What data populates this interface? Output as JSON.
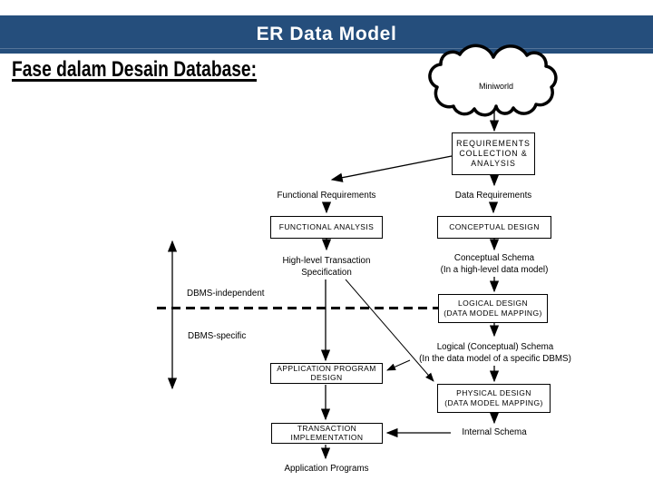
{
  "header": {
    "title": "ER Data Model",
    "bar_color": "#254E7C"
  },
  "subtitle": "Fase dalam Desain Database:",
  "diagram": {
    "cloud_label": "Miniworld",
    "boxes": {
      "requirements": "REQUIREMENTS\nCOLLECTION &\nANALYSIS",
      "functional_analysis": "FUNCTIONAL ANALYSIS",
      "conceptual_design": "CONCEPTUAL DESIGN",
      "logical_design": "LOGICAL DESIGN\n(DATA MODEL MAPPING)",
      "application_program_design": "APPLICATION PROGRAM\nDESIGN",
      "physical_design": "PHYSICAL DESIGN\n(DATA MODEL MAPPING)",
      "transaction_implementation": "TRANSACTION\nIMPLEMENTATION"
    },
    "labels": {
      "functional_requirements": "Functional Requirements",
      "data_requirements": "Data Requirements",
      "highlevel_transaction_specification": "High-level Transaction\nSpecification",
      "conceptual_schema": "Conceptual Schema\n(In a high-level data model)",
      "dbms_independent": "DBMS-independent",
      "dbms_specific": "DBMS-specific",
      "logical_schema": "Logical (Conceptual) Schema\n(In the data model of a specific DBMS)",
      "internal_schema": "Internal Schema",
      "application_programs": "Application Programs"
    }
  }
}
